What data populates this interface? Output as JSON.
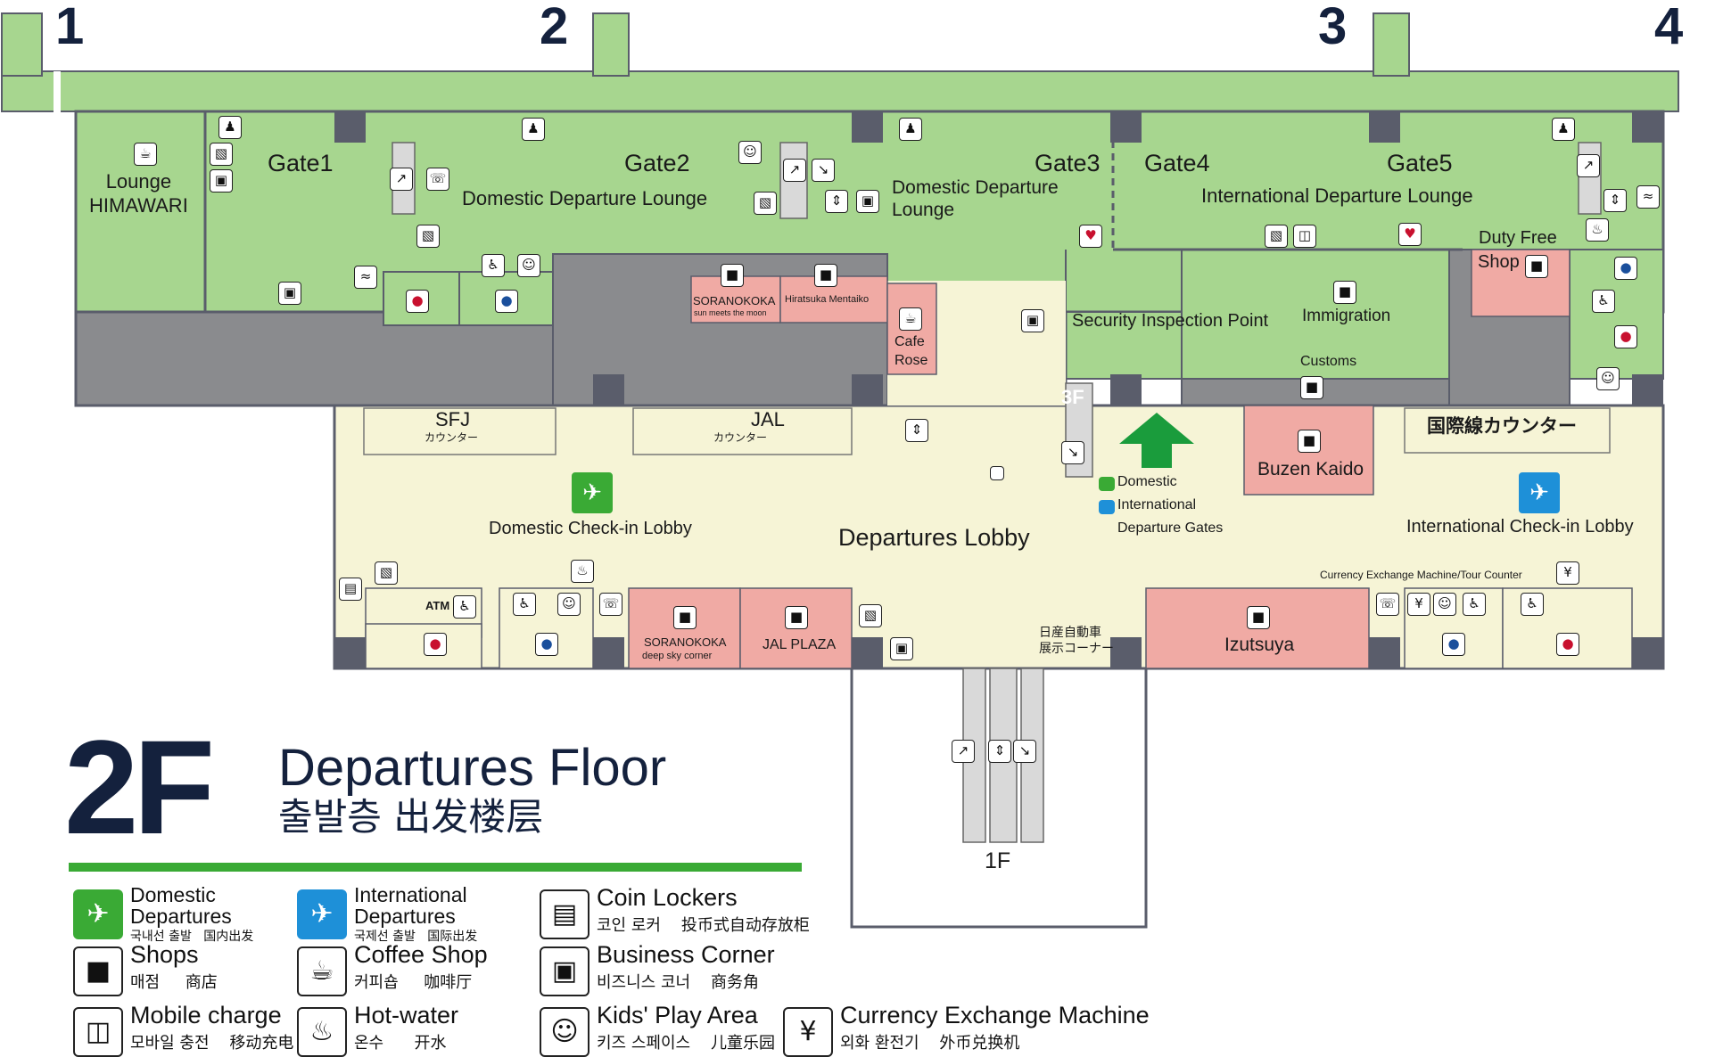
{
  "gate_numbers": [
    "1",
    "2",
    "3",
    "4"
  ],
  "areas": {
    "lounge": "Lounge\nHIMAWARI",
    "gate1": "Gate1",
    "gate2": "Gate2",
    "gate3": "Gate3",
    "gate4": "Gate4",
    "gate5": "Gate5",
    "dom_lounge_1": "Domestic Departure Lounge",
    "dom_lounge_2": "Domestic Departure\nLounge",
    "intl_lounge": "International Departure Lounge",
    "duty_free": "Duty Free",
    "shop": "Shop",
    "security": "Security Inspection Point",
    "immigration": "Immigration",
    "customs": "Customs",
    "cafe_rose": "Cafe\nRose",
    "three_f": "3F",
    "one_f": "1F",
    "soranokoka_top": "SORANOKOKA",
    "soranokoka_top_sub": "sun  meets the moon",
    "hiratsuka": "Hiratsuka Mentaiko",
    "sfj": "SFJ",
    "sfj_sub": "カウンター",
    "jal": "JAL",
    "jal_sub": "カウンター",
    "intl_counter": "国際線カウンター",
    "buzen": "Buzen Kaido",
    "dom_checkin": "Domestic Check-in Lobby",
    "departures_lobby": "Departures Lobby",
    "intl_checkin": "International Check-in Lobby",
    "gate_dir_dom": "Domestic",
    "gate_dir_intl": "International",
    "gate_dir_dep": "Departure Gates",
    "currency_tour": "Currency Exchange Machine/Tour Counter",
    "atm": "ATM",
    "soranokoka_bottom": "SORANOKOKA",
    "soranokoka_bottom_sub": "deep sky corner",
    "jal_plaza": "JAL PLAZA",
    "nissan": "日産自動車\n展示コーナー",
    "izutsuya": "Izutsuya"
  },
  "title": {
    "floor": "2F",
    "name": "Departures Floor",
    "sub": "출발층  出发楼层"
  },
  "legend": [
    {
      "icon": "domestic-departures-icon",
      "title": "Domestic\nDepartures",
      "sub": "국내선 출발   国内出发"
    },
    {
      "icon": "international-departures-icon",
      "title": "International\nDepartures",
      "sub": "국제선 출발   国际出发"
    },
    {
      "icon": "coin-lockers-icon",
      "title": "Coin Lockers",
      "sub": "코인 로커    投币式自动存放柜"
    },
    {
      "icon": "shops-icon",
      "title": "Shops",
      "sub": "매점     商店"
    },
    {
      "icon": "coffee-shop-icon",
      "title": "Coffee Shop",
      "sub": "커피숍     咖啡厅"
    },
    {
      "icon": "business-corner-icon",
      "title": "Business Corner",
      "sub": "비즈니스 코너    商务角"
    },
    {
      "icon": "mobile-charge-icon",
      "title": "Mobile charge",
      "sub": "모바일 충전    移动充电"
    },
    {
      "icon": "hot-water-icon",
      "title": "Hot-water",
      "sub": "온수      开水"
    },
    {
      "icon": "kids-play-area-icon",
      "title": "Kids' Play Area",
      "sub": "키즈 스페이스    儿童乐园"
    },
    {
      "icon": "currency-exchange-icon",
      "title": "Currency Exchange Machine",
      "sub": "외화 환전기    外币兑换机"
    }
  ],
  "colors": {
    "green_zone": "#a7d68f",
    "lobby": "#f6f4d6",
    "shop_pink": "#f0aaa4",
    "grey_block": "#8a8b8e",
    "wall": "#5a5d6b",
    "accent_green": "#3aaa35",
    "accent_blue": "#1e90d8",
    "title_navy": "#14213d"
  }
}
